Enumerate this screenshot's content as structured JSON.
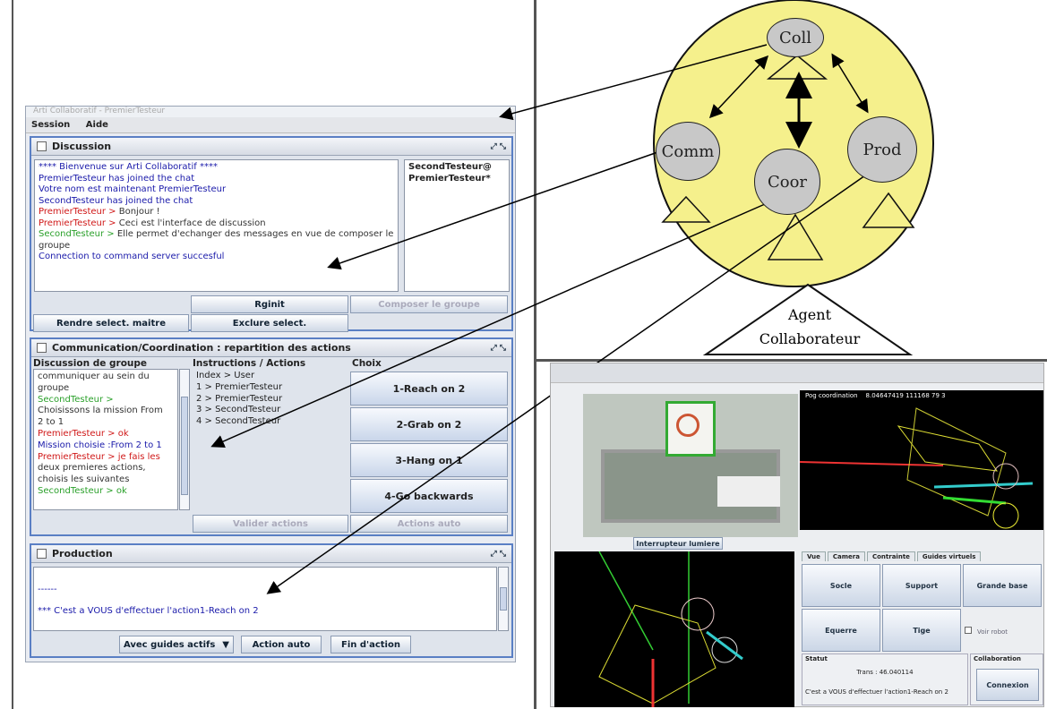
{
  "window": {
    "title": "Arti Collaboratif - PremierTesteur",
    "menu": [
      "Session",
      "Aide"
    ]
  },
  "discussion": {
    "title": "Discussion",
    "messages": [
      {
        "text": "**** Bienvenue sur Arti Collaboratif ****",
        "color": "#1a1aaa"
      },
      {
        "text": "PremierTesteur has joined the chat",
        "color": "#1a1aaa"
      },
      {
        "text": "Votre nom est maintenant PremierTesteur",
        "color": "#1a1aaa"
      },
      {
        "text": "SecondTesteur has joined the chat",
        "color": "#1a1aaa"
      }
    ],
    "chat": [
      {
        "user": "PremierTesteur >",
        "user_color": "#d01818",
        "text": " Bonjour !"
      },
      {
        "user": "PremierTesteur >",
        "user_color": "#d01818",
        "text": " Ceci est l'interface de discussion"
      },
      {
        "user": "SecondTesteur >",
        "user_color": "#2aa02a",
        "text": " Elle permet d'echanger des messages en vue de composer le groupe"
      }
    ],
    "status": "Connection to command server succesful",
    "users": [
      "SecondTesteur@",
      "PremierTesteur*"
    ],
    "buttons": {
      "reinit": "Rginit",
      "composer": "Composer le groupe",
      "rendre": "Rendre select. maitre",
      "exclure": "Exclure select."
    }
  },
  "coord": {
    "title": "Communication/Coordination : repartition des actions",
    "col1": "Discussion de groupe",
    "col2": "Instructions / Actions",
    "col3": "Choix",
    "group_lines": [
      {
        "t": "communiquer au sein du",
        "c": "#333"
      },
      {
        "t": "groupe",
        "c": "#333"
      },
      {
        "t": "SecondTesteur >",
        "c": "#2aa02a"
      },
      {
        "t": "Choisissons la mission From",
        "c": "#333"
      },
      {
        "t": "2 to 1",
        "c": "#333"
      },
      {
        "t": "PremierTesteur > ok",
        "c": "#d01818"
      },
      {
        "t": "Mission choisie :From 2 to 1",
        "c": "#1a1aaa"
      },
      {
        "t": "PremierTesteur > je fais les",
        "c": "#d01818"
      },
      {
        "t": "deux premieres actions,",
        "c": "#333"
      },
      {
        "t": "choisis les suivantes",
        "c": "#333"
      },
      {
        "t": "SecondTesteur > ok",
        "c": "#2aa02a"
      }
    ],
    "instructions": [
      "Index > User",
      "1 > PremierTesteur",
      "2 > PremierTesteur",
      "3 > SecondTesteur",
      "4 > SecondTesteur"
    ],
    "choices": [
      "1-Reach on 2",
      "2-Grab on 2",
      "3-Hang on 1",
      "4-Go backwards"
    ],
    "valider": "Valider actions",
    "auto": "Actions auto"
  },
  "production": {
    "title": "Production",
    "line1": "------",
    "line2": "*** C'est a VOUS d'effectuer l'action1-Reach on 2",
    "select": "Avec guides actifs",
    "action_auto": "Action auto",
    "fin": "Fin d'action"
  },
  "diagram": {
    "nodes": [
      "Coll",
      "Comm",
      "Coor",
      "Prod"
    ],
    "agent_line1": "Agent",
    "agent_line2": "Collaborateur",
    "colors": {
      "ellipse": "#f5f08c",
      "node": "#c8c8c8"
    }
  },
  "app3d": {
    "coord_label": "Pog coordination",
    "coord_value": "8.04647419 111168 79 3",
    "interrupt": "Interrupteur lumiere",
    "tabs": [
      "Vue",
      "Camera",
      "Contrainte",
      "Guides virtuels"
    ],
    "grid": [
      "Socle",
      "Support",
      "Grande base",
      "Equerre",
      "Tige"
    ],
    "voir": "Voir robot",
    "statut": "Statut",
    "trans": "Trans : 46.040114",
    "message": "C'est a VOUS d'effectuer l'action1-Reach on 2",
    "collab": "Collaboration",
    "connexion": "Connexion"
  }
}
